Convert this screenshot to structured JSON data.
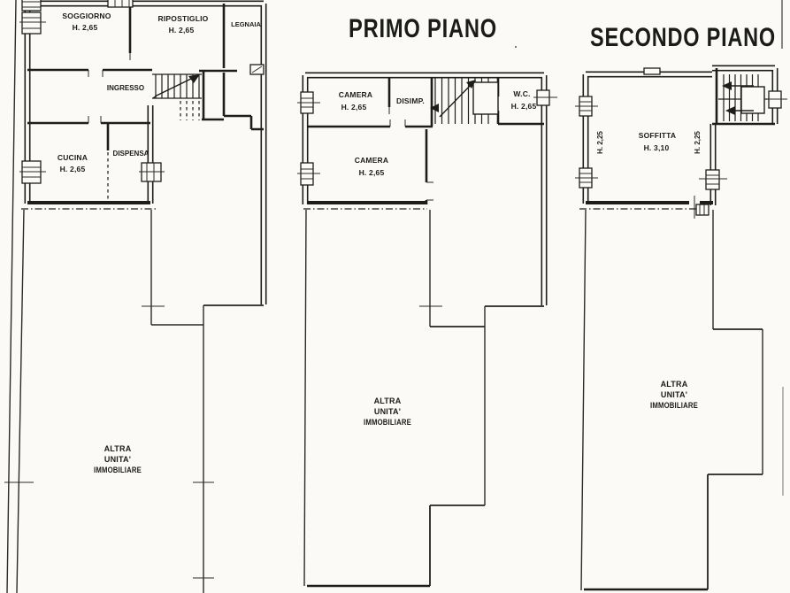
{
  "colors": {
    "ink": "#1d1d1b",
    "paper": "#fbfaf6"
  },
  "ground_floor": {
    "rooms": {
      "soggiorno": {
        "name": "SOGGIORNO",
        "height": "H. 2,65"
      },
      "ripostiglio": {
        "name": "RIPOSTIGLIO",
        "height": "H. 2,65"
      },
      "legnaia": {
        "name": "LEGNAIA"
      },
      "ingresso": {
        "name": "INGRESSO"
      },
      "cucina": {
        "name": "CUCINA",
        "height": "H. 2,65"
      },
      "dispensa": {
        "name": "DISPENSA"
      }
    },
    "other_unit": [
      "ALTRA",
      "UNITA'",
      "IMMOBILIARE"
    ]
  },
  "first_floor": {
    "title": "PRIMO PIANO",
    "rooms": {
      "camera1": {
        "name": "CAMERA",
        "height": "H. 2,65"
      },
      "disimpegno": {
        "name": "DISIMP."
      },
      "wc": {
        "name": "W.C.",
        "height": "H. 2,65"
      },
      "camera2": {
        "name": "CAMERA",
        "height": "H. 2,65"
      }
    },
    "other_unit": [
      "ALTRA",
      "UNITA'",
      "IMMOBILIARE"
    ]
  },
  "second_floor": {
    "title": "SECONDO PIANO",
    "rooms": {
      "soffitta": {
        "name": "SOFFITTA",
        "height": "H. 3,10",
        "eaves_left": "H. 2,25",
        "eaves_right": "H. 2,25"
      }
    },
    "other_unit": [
      "ALTRA",
      "UNITA'",
      "IMMOBILIARE"
    ]
  }
}
